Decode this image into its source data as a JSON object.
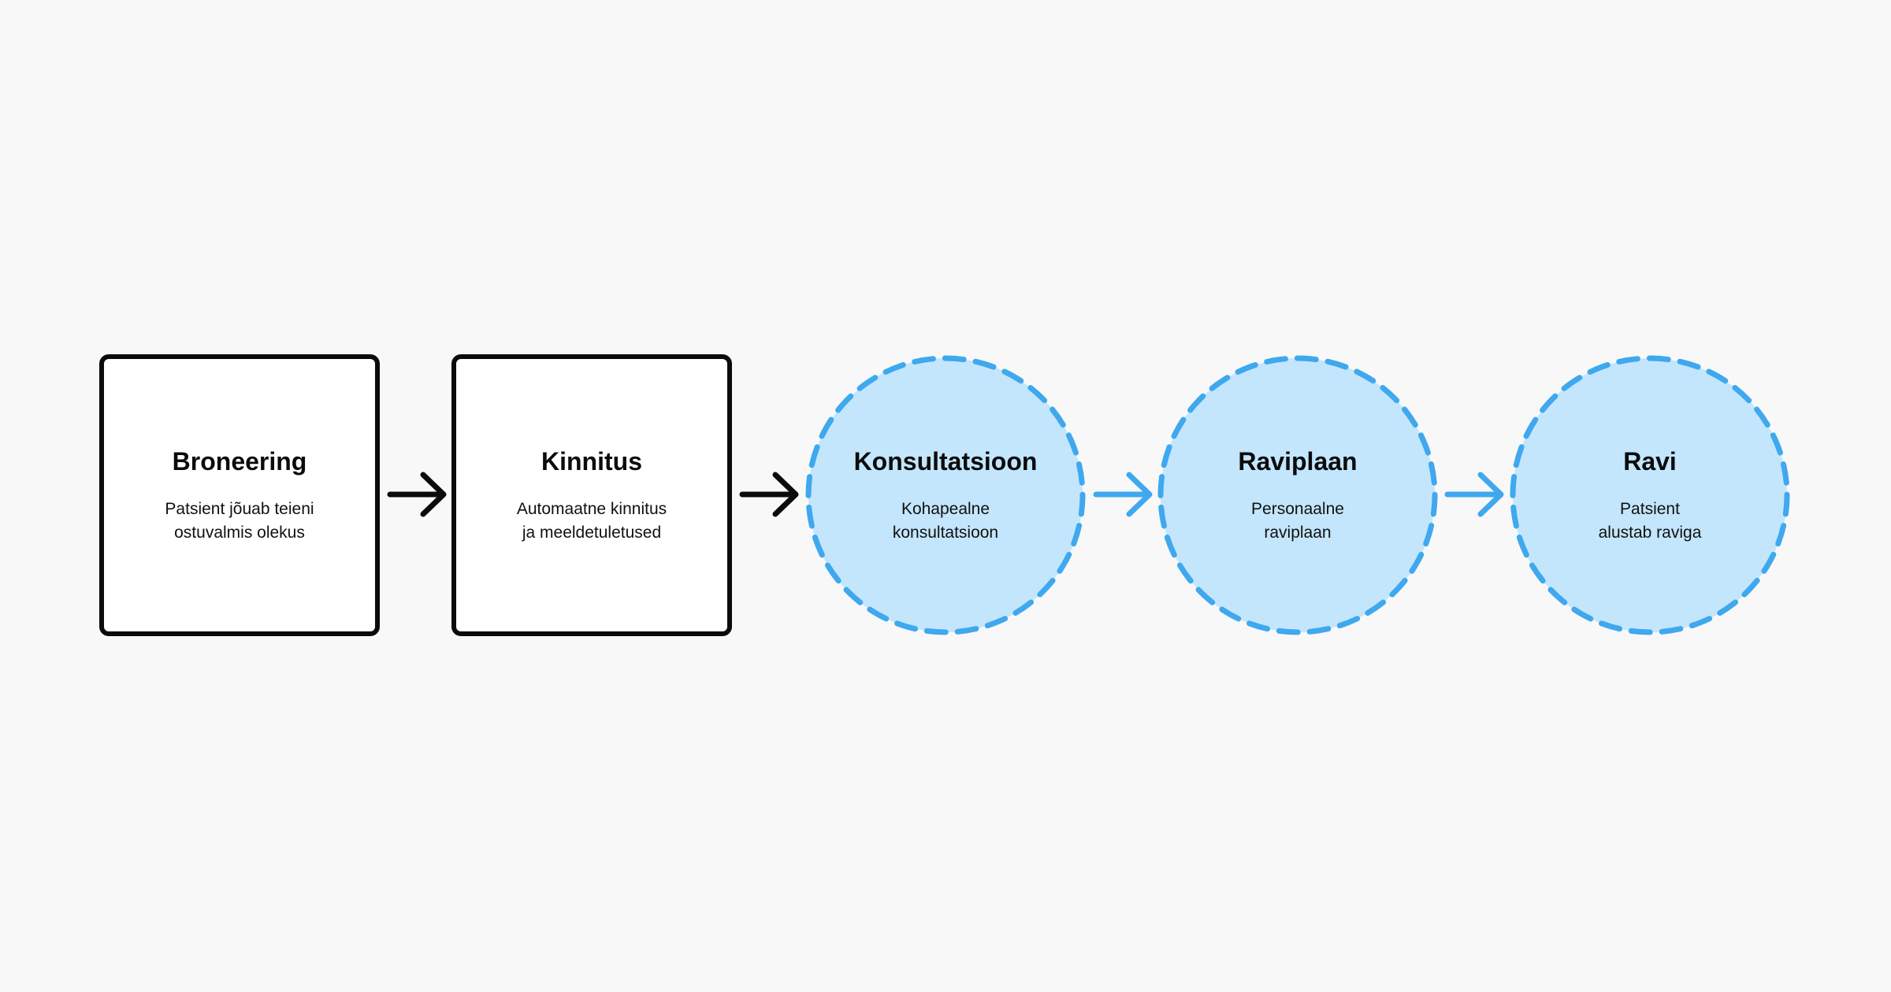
{
  "steps": [
    {
      "title": "Broneering",
      "desc": "Patsient jõuab teieni\nostuvalmis olekus",
      "shape": "box"
    },
    {
      "title": "Kinnitus",
      "desc": "Automaatne kinnitus\nja meeldetuletused",
      "shape": "box"
    },
    {
      "title": "Konsultatsioon",
      "desc": "Kohapealne\nkonsultatsioon",
      "shape": "circle"
    },
    {
      "title": "Raviplaan",
      "desc": "Personaalne\nraviplaan",
      "shape": "circle"
    },
    {
      "title": "Ravi",
      "desc": "Patsient\nalustab raviga",
      "shape": "circle"
    }
  ],
  "colors": {
    "background": "#f8f8f8",
    "box_border": "#0b0b0b",
    "box_fill": "#ffffff",
    "circle_fill": "#c3e6fc",
    "circle_stroke": "#3fa8ee",
    "arrow_dark": "#0b0b0b",
    "arrow_blue": "#3fa8ee"
  }
}
